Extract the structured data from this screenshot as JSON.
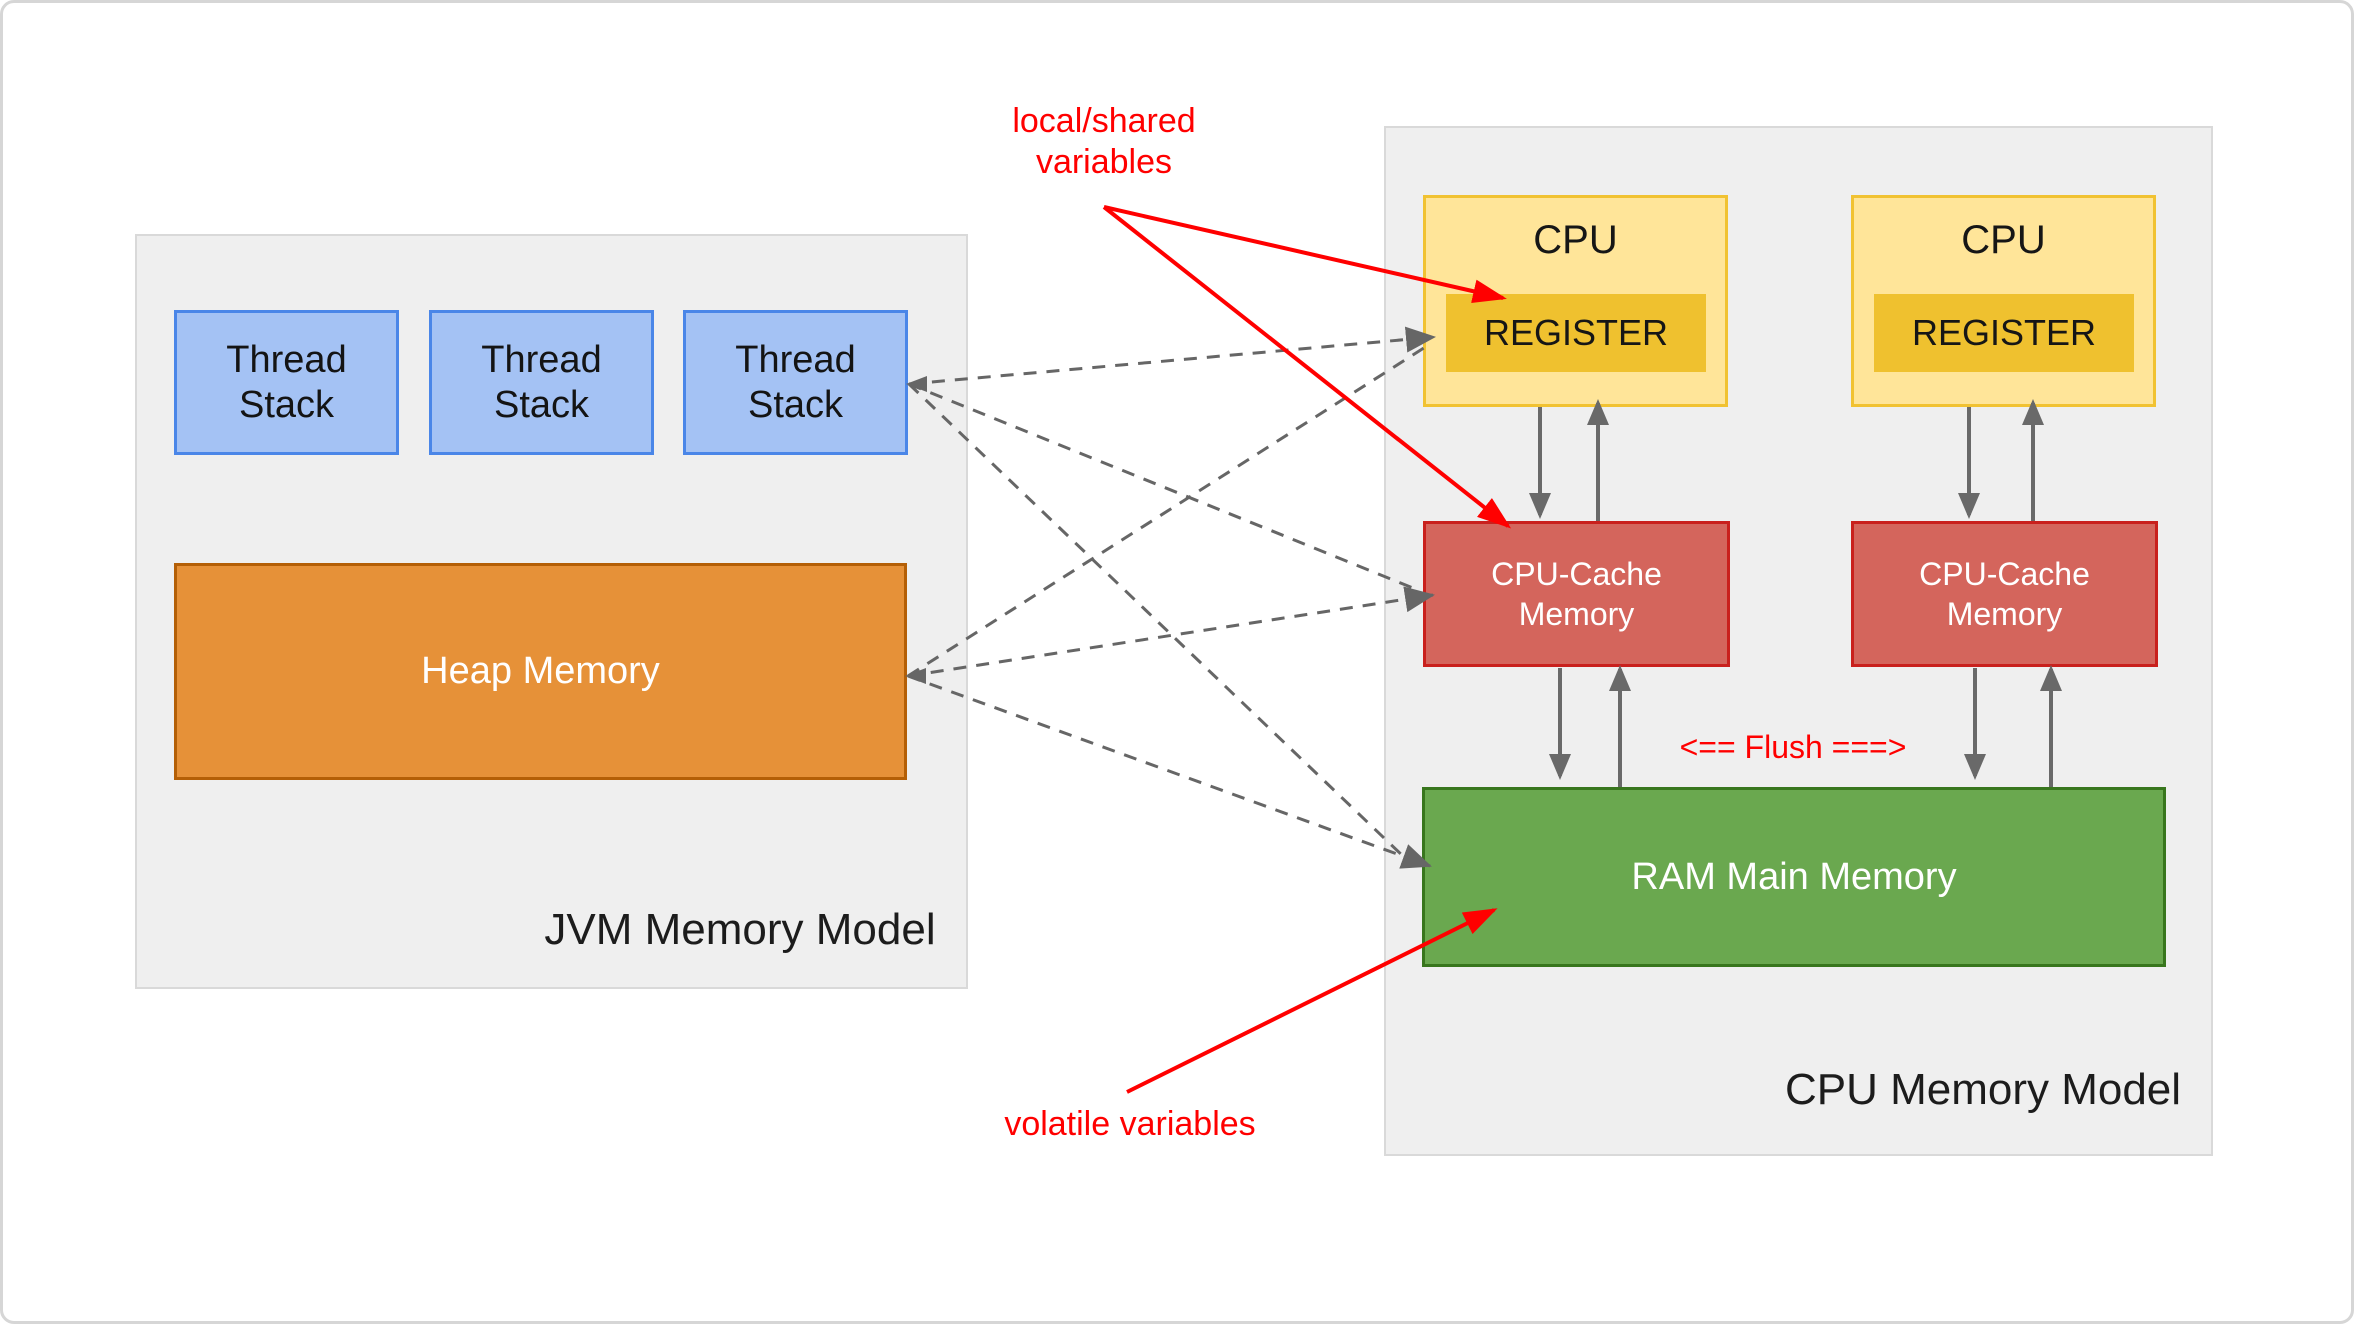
{
  "jvm_panel": {
    "label": "JVM Memory Model",
    "thread_stacks": [
      {
        "label": "Thread Stack"
      },
      {
        "label": "Thread Stack"
      },
      {
        "label": "Thread Stack"
      }
    ],
    "heap": {
      "label": "Heap Memory"
    }
  },
  "cpu_panel": {
    "label": "CPU Memory Model",
    "flush_label": "<== Flush ===>",
    "cpus": [
      {
        "cpu_label": "CPU",
        "register_label": "REGISTER",
        "cache_label": "CPU-Cache Memory"
      },
      {
        "cpu_label": "CPU",
        "register_label": "REGISTER",
        "cache_label": "CPU-Cache Memory"
      }
    ],
    "ram": {
      "label": "RAM Main Memory"
    }
  },
  "annotations": {
    "local_shared_label": "local/shared variables",
    "volatile_label": "volatile variables"
  },
  "colors": {
    "panel_fill": "#efefef",
    "panel_border": "#d9d9d9",
    "thread_stack_fill": "#a4c2f4",
    "thread_stack_border": "#4a86e8",
    "heap_fill": "#e69138",
    "heap_border": "#b45f06",
    "cpu_fill": "#ffe599",
    "cpu_border": "#f1c232",
    "register_fill": "#efc12f",
    "cache_fill": "#d4655c",
    "cache_border": "#c9201d",
    "ram_fill": "#6aa84f",
    "ram_border": "#38761d",
    "annotation_red": "#ff0000",
    "connector_gray": "#666666"
  }
}
